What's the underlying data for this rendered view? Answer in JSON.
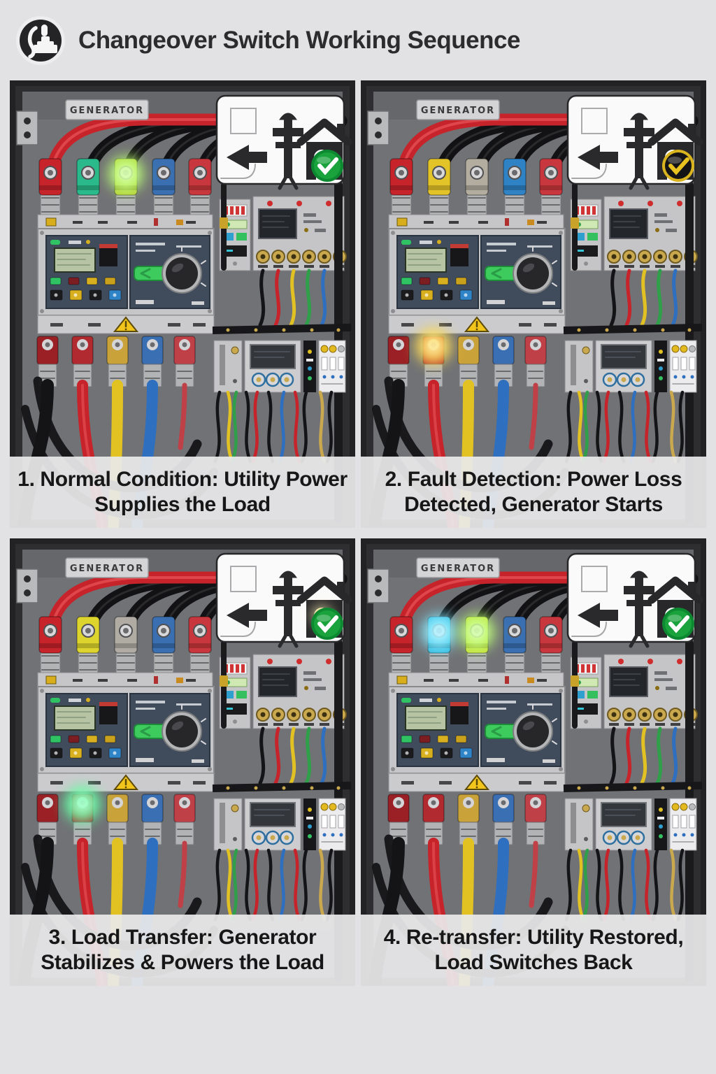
{
  "header": {
    "title": "Changeover Switch Working Sequence",
    "icon": "power-changeover-logo"
  },
  "colors": {
    "page_bg": "#e2e2e4",
    "caption_bg": "#e9e9eb",
    "panel_frame": "#2c2c2f",
    "panel_backplate": "#707174",
    "ok_green": "#1aa23c",
    "warn_yellow": "#e8c21f",
    "cable_red": "#c6232a",
    "cable_yellow": "#e2c223",
    "cable_blue": "#2f6fc0",
    "cable_black": "#141416"
  },
  "panels": [
    {
      "step": "1",
      "generator_label": "GENERATOR",
      "caption_lead": "1. Normal Condition:",
      "caption_rest": "Utility Power Supplies the Load",
      "status_icon": "utility-pole-house-check-green",
      "badge": {
        "ring": "#0d8a31",
        "fill": "#1aa23c",
        "check": "#ffffff",
        "window": "#ffffff"
      },
      "top_terminals": [
        "#c6232a",
        "#2ab98a",
        "#b8cf3a",
        "#3a70b2",
        "#c8373d"
      ],
      "top_glows": [
        {
          "i": 2,
          "c": "#b8ff6e"
        }
      ],
      "bottom_glows": [],
      "bottom_terminals": [
        "#9a2026",
        "#b02a30",
        "#caa23a",
        "#3a6fb4",
        "#c04048"
      ]
    },
    {
      "step": "2",
      "generator_label": "GENERATOR",
      "caption_lead": "2. Fault Detection:",
      "caption_rest": "Power Loss Detected, Generator Starts",
      "status_icon": "utility-pole-house-check-yellow",
      "badge": {
        "ring": "#d9b41e",
        "fill": "#141416",
        "check": "#e8c21f",
        "window": "#ffffff"
      },
      "top_terminals": [
        "#c6232a",
        "#e3c428",
        "#b3ada0",
        "#2f83c5",
        "#c8373d"
      ],
      "top_glows": [],
      "bottom_glows": [
        {
          "i": 1,
          "c": "#ffd94a"
        }
      ],
      "bottom_terminals": [
        "#9a2026",
        "#b02a30",
        "#caa23a",
        "#3a6fb4",
        "#c04048"
      ]
    },
    {
      "step": "3",
      "generator_label": "GENERATOR",
      "caption_lead": "3. Load Transfer:",
      "caption_rest": "Generator Stabilizes & Powers the Load",
      "status_icon": "utility-pole-house-check-green",
      "badge": {
        "ring": "#0d8a31",
        "fill": "#1aa23c",
        "check": "#ffffff",
        "window": "#f0dfa6"
      },
      "top_terminals": [
        "#c6232a",
        "#ddd52e",
        "#b0aca4",
        "#3a70b2",
        "#c8373d"
      ],
      "top_glows": [],
      "bottom_glows": [
        {
          "i": 1,
          "c": "#5dff9e"
        }
      ],
      "bottom_terminals": [
        "#9a2026",
        "#b02a30",
        "#caa23a",
        "#3a6fb4",
        "#c04048"
      ]
    },
    {
      "step": "4",
      "generator_label": "GENERATOR",
      "caption_lead": "4. Re-transfer:",
      "caption_rest": "Utility Restored, Load Switches Back",
      "status_icon": "utility-pole-house-check-green",
      "badge": {
        "ring": "#0d8a31",
        "fill": "#1aa23c",
        "check": "#ffffff",
        "window": "#ffffff"
      },
      "top_terminals": [
        "#c6232a",
        "#35b8dd",
        "#cadf3d",
        "#3a70b2",
        "#c8373d"
      ],
      "top_glows": [
        {
          "i": 1,
          "c": "#7de9ff"
        },
        {
          "i": 2,
          "c": "#b8ff6e"
        }
      ],
      "bottom_glows": [],
      "bottom_terminals": [
        "#9a2026",
        "#b02a30",
        "#caa23a",
        "#3a6fb4",
        "#c04048"
      ]
    }
  ]
}
